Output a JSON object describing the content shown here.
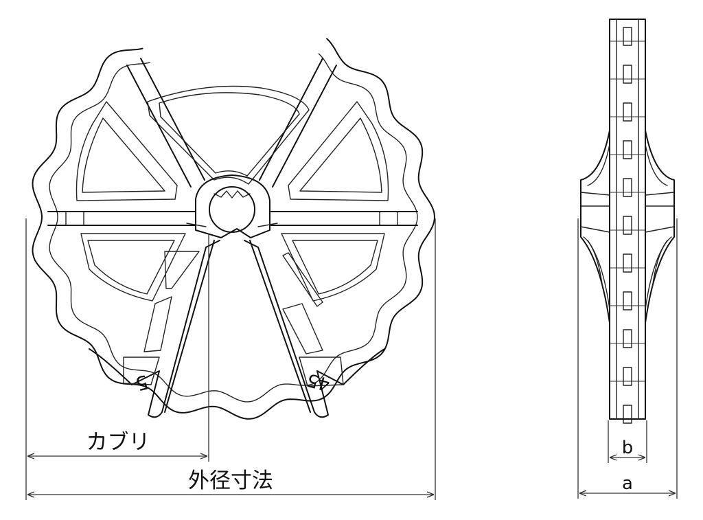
{
  "labels": {
    "cover": "カブリ",
    "outer_diameter": "外径寸法",
    "dim_a": "a",
    "dim_b": "b"
  },
  "markings": {
    "left": "5",
    "right": "45"
  }
}
